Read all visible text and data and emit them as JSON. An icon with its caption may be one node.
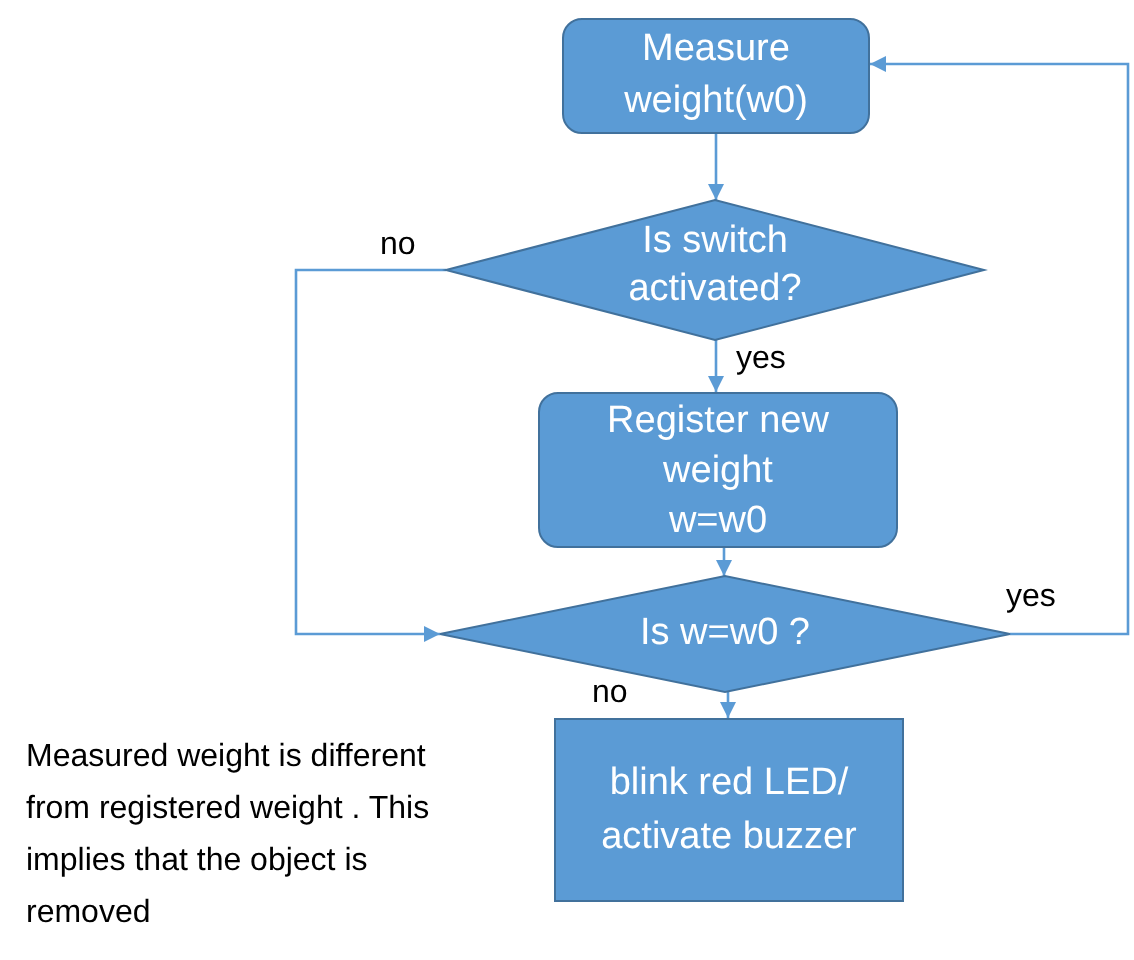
{
  "diagram": {
    "nodes": [
      {
        "text": [
          "Measure weight(w0)"
        ]
      },
      {
        "text": [
          "Is switch activated?"
        ]
      },
      {
        "text": [
          "Register new weight w=w0"
        ]
      },
      {
        "text": [
          "Is w=w0 ?"
        ]
      },
      {
        "text": [
          "blink red LED/ activate buzzer"
        ]
      }
    ],
    "edges": [
      {
        "from": 0,
        "to": 1,
        "arrow": "to"
      },
      {
        "from": 1,
        "to": 2,
        "arrow": "to",
        "label": "yes"
      },
      {
        "from": 1,
        "to": 3,
        "arrow": "to",
        "label": "no"
      },
      {
        "from": 2,
        "to": 3,
        "arrow": "to"
      },
      {
        "from": 3,
        "to": 0,
        "arrow": "to",
        "label": "yes"
      },
      {
        "from": 3,
        "to": 4,
        "arrow": "to",
        "label": "no"
      }
    ],
    "labels": [
      "Measured weight is different from registered weight . This implies that the object is removed"
    ]
  }
}
